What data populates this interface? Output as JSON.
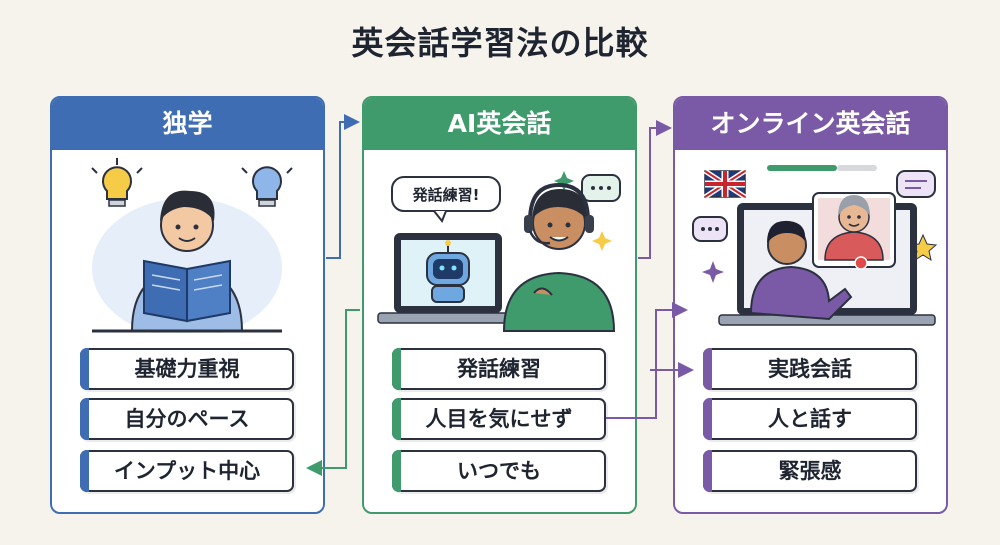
{
  "title": "英会話学習法の比較",
  "columns": [
    {
      "heading": "独学",
      "color": "#3e6db3",
      "items": [
        "基礎力重視",
        "自分のペース",
        "インプット中心"
      ]
    },
    {
      "heading": "AI英会話",
      "color": "#3f9a6c",
      "speech_bubble": "発話練習!",
      "items": [
        "発話練習",
        "人目を気にせず",
        "いつでも"
      ]
    },
    {
      "heading": "オンライン英会話",
      "color": "#7a5aa6",
      "items": [
        "実践会話",
        "人と話す",
        "緊張感"
      ]
    }
  ],
  "icons": [
    "lightbulb-icon",
    "book-icon",
    "robot-icon",
    "headset-icon",
    "chat-bubble-icon",
    "uk-flag-icon",
    "star-icon",
    "sparkle-icon",
    "laptop-icon"
  ]
}
